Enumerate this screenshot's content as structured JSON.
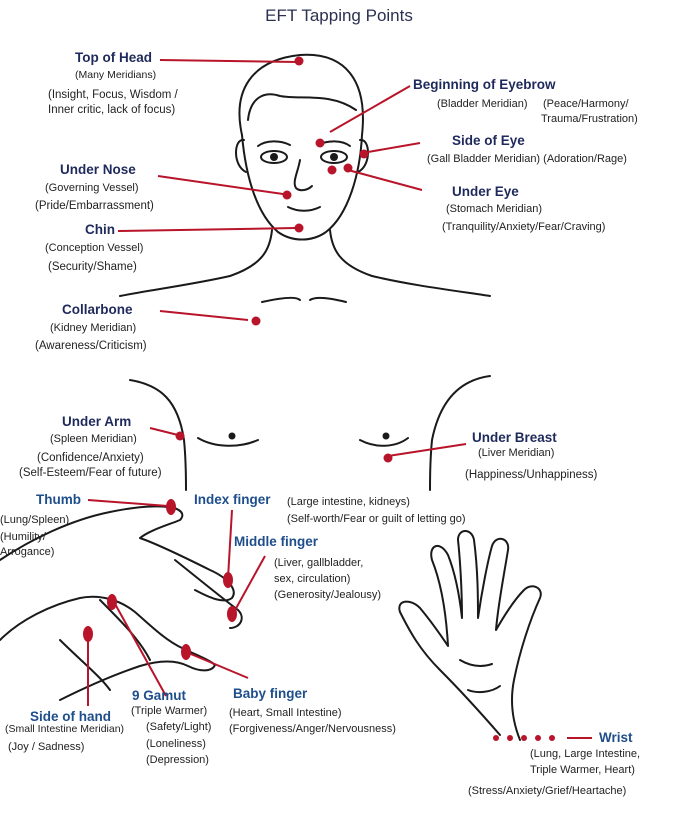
{
  "title": "EFT Tapping Points",
  "accent_color": "#b8142a",
  "heading_color": "#1f2a5c",
  "points": {
    "top_of_head": {
      "name": "Top of Head",
      "meridian": "(Many Meridians)",
      "l1": "(Insight, Focus, Wisdom /",
      "l2": "Inner critic, lack of focus)"
    },
    "eyebrow": {
      "name": "Beginning of Eyebrow",
      "l1": "(Bladder Meridian)",
      "l2": "(Peace/Harmony/",
      "l3": "Trauma/Frustration)"
    },
    "side_eye": {
      "name": "Side of Eye",
      "l1": "(Gall Bladder Meridian) (Adoration/Rage)"
    },
    "under_nose": {
      "name": "Under Nose",
      "meridian": "(Governing Vessel)",
      "l1": "(Pride/Embarrassment)"
    },
    "under_eye": {
      "name": "Under Eye",
      "meridian": "(Stomach Meridian)",
      "l1": "(Tranquility/Anxiety/Fear/Craving)"
    },
    "chin": {
      "name": "Chin",
      "meridian": "(Conception Vessel)",
      "l1": "(Security/Shame)"
    },
    "collarbone": {
      "name": "Collarbone",
      "meridian": "(Kidney Meridian)",
      "l1": "(Awareness/Criticism)"
    },
    "under_arm": {
      "name": "Under Arm",
      "meridian": "(Spleen Meridian)",
      "l1": "(Confidence/Anxiety)",
      "l2": "(Self-Esteem/Fear of future)"
    },
    "under_breast": {
      "name": "Under Breast",
      "meridian": "(Liver Meridian)",
      "l1": "(Happiness/Unhappiness)"
    },
    "thumb": {
      "name": "Thumb",
      "l1": "(Lung/Spleen)",
      "l2": "(Humility/",
      "l3": "Arrogance)"
    },
    "index": {
      "name": "Index finger",
      "l1": "(Large intestine, kidneys)",
      "l2": "(Self-worth/Fear or guilt of letting go)"
    },
    "middle": {
      "name": "Middle finger",
      "l1": "(Liver, gallbladder,",
      "l2": "sex, circulation)",
      "l3": "(Generosity/Jealousy)"
    },
    "side_hand": {
      "name": "Side of hand",
      "meridian": "(Small Intestine Meridian)",
      "l1": "(Joy / Sadness)"
    },
    "gamut": {
      "name": "9 Gamut",
      "l1": "(Triple Warmer)",
      "l2": "(Safety/Light)",
      "l3": "(Loneliness)",
      "l4": "(Depression)"
    },
    "baby": {
      "name": "Baby finger",
      "l1": "(Heart, Small Intestine)",
      "l2": "(Forgiveness/Anger/Nervousness)"
    },
    "wrist": {
      "name": "Wrist",
      "l1": "(Lung, Large Intestine,",
      "l2": "Triple Warmer, Heart)",
      "l3": "(Stress/Anxiety/Grief/Heartache)"
    }
  }
}
